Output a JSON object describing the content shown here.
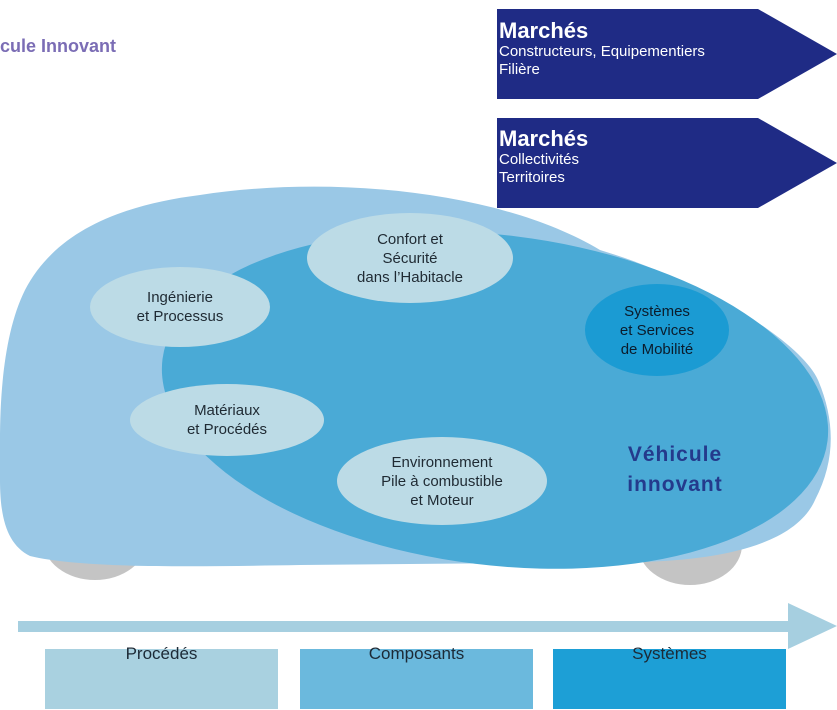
{
  "title": "hicule Innovant",
  "markets": [
    {
      "head": "Marchés",
      "lines": [
        "Constructeurs, Equipementiers",
        "Filière"
      ]
    },
    {
      "head": "Marchés",
      "lines": [
        "Collectivités",
        "Territoires"
      ]
    }
  ],
  "bubbles": [
    {
      "id": "confort",
      "lines": [
        "Confort et",
        "Sécurité",
        "dans l’Habitacle"
      ]
    },
    {
      "id": "ingenierie",
      "lines": [
        "Ingénierie",
        "et Processus"
      ]
    },
    {
      "id": "systemes",
      "lines": [
        "Systèmes",
        "et Services",
        "de Mobilité"
      ]
    },
    {
      "id": "materiaux",
      "lines": [
        "Matériaux",
        "et Procédés"
      ]
    },
    {
      "id": "environnement",
      "lines": [
        "Environnement",
        "Pile à combustible",
        "et Moteur"
      ]
    }
  ],
  "vehicle_label": [
    "Véhicule",
    "innovant"
  ],
  "stages": [
    "Procédés",
    "Composants",
    "Systèmes"
  ],
  "colors": {
    "title": "#7b6db5",
    "market_banner": "#1f2b85",
    "car_body": "#9ac8e6",
    "inner_oval": "#4aaad6",
    "bubble_light": "#bcdbe6",
    "bubble_dark": "#1b9bd3",
    "wheel": "#c4c4c4",
    "arrow": "#a6cfe0",
    "stage_1": "#a9d1e0",
    "stage_2": "#6bb9dd",
    "stage_3": "#1d9fd6",
    "vehicle_label": "#243a8c"
  }
}
